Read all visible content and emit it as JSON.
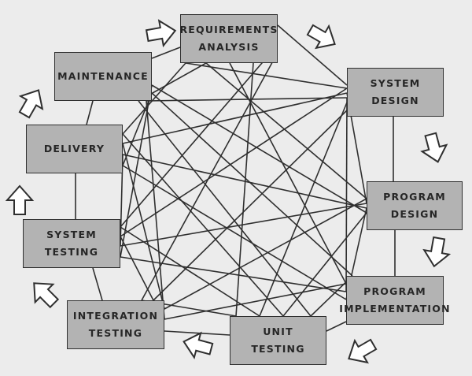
{
  "diagram": {
    "nodes": [
      {
        "id": "requirements",
        "label": "REQUIREMENTS\nANALYSIS"
      },
      {
        "id": "system_design",
        "label": "SYSTEM\nDESIGN"
      },
      {
        "id": "program_design",
        "label": "PROGRAM\nDESIGN"
      },
      {
        "id": "program_implementation",
        "label": "PROGRAM\nIMPLEMENTATION"
      },
      {
        "id": "unit_testing",
        "label": "UNIT\nTESTING"
      },
      {
        "id": "integration_testing",
        "label": "INTEGRATION\nTESTING"
      },
      {
        "id": "system_testing",
        "label": "SYSTEM\nTESTING"
      },
      {
        "id": "delivery",
        "label": "DELIVERY"
      },
      {
        "id": "maintenance",
        "label": "MAINTENANCE"
      }
    ],
    "edges": "all-to-all",
    "flow_arrows": "clockwise",
    "colors": {
      "box": "#b3b3b3",
      "line": "#2f2f2f",
      "background": "#ececec",
      "arrow_fill": "#ffffff"
    }
  }
}
